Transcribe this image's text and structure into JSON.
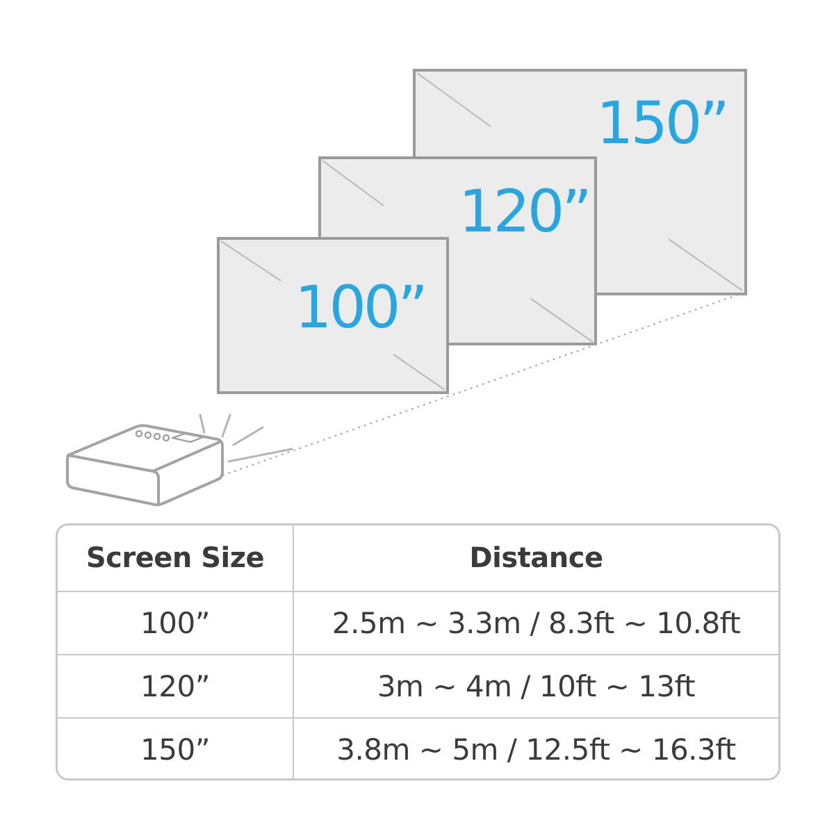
{
  "colors": {
    "accent": "#2aa6df",
    "screen_fill": "#ececec",
    "screen_border": "#9a9a9a",
    "table_border": "#c8c8c8",
    "text": "#3b3b3b"
  },
  "screens": [
    {
      "label": "100”"
    },
    {
      "label": "120”"
    },
    {
      "label": "150”"
    }
  ],
  "projector": {
    "icon": "projector-icon"
  },
  "table": {
    "headers": {
      "size": "Screen Size",
      "distance": "Distance"
    },
    "rows": [
      {
        "size": "100”",
        "distance": "2.5m ~ 3.3m / 8.3ft ~ 10.8ft"
      },
      {
        "size": "120”",
        "distance": "3m ~ 4m / 10ft ~ 13ft"
      },
      {
        "size": "150”",
        "distance": "3.8m ~ 5m / 12.5ft ~ 16.3ft"
      }
    ]
  }
}
